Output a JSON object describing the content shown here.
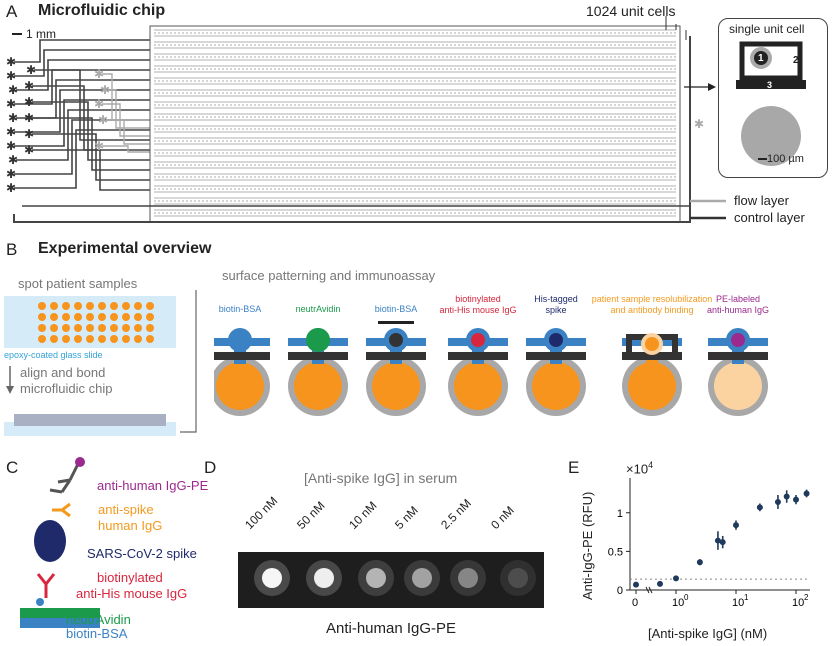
{
  "panelA": {
    "letter": "A",
    "title": "Microfluidic chip",
    "scale": "1 mm",
    "unit_cells": "1024 unit cells",
    "inset_title": "single unit cell",
    "inset_labels": [
      "1",
      "2",
      "3"
    ],
    "inset_scale": "100 µm",
    "legend_flow": "flow layer",
    "legend_control": "control layer",
    "colors": {
      "flow": "#aaaaaa",
      "control": "#333333"
    }
  },
  "panelB": {
    "letter": "B",
    "title": "Experimental overview",
    "spot": "spot patient samples",
    "slide": "epoxy-coated glass slide",
    "align1": "align and bond",
    "align2": "microfluidic chip",
    "surface": "surface patterning and immunoassay",
    "steps": [
      {
        "l1": "biotin-BSA",
        "l2": "",
        "color": "#3b82c4"
      },
      {
        "l1": "neutrAvidin",
        "l2": "",
        "color": "#1a9a4a"
      },
      {
        "l1": "biotin-BSA",
        "l2": "",
        "color": "#3b82c4"
      },
      {
        "l1": "biotinylated",
        "l2": "anti-His mouse IgG",
        "color": "#d7263d"
      },
      {
        "l1": "His-tagged",
        "l2": "spike",
        "color": "#1f2a6b"
      },
      {
        "l1": "patient sample resolubilization",
        "l2": "and antibody binding",
        "color": "#f39a1e"
      },
      {
        "l1": "PE-labeled",
        "l2": "anti-human IgG",
        "color": "#9b2a8e"
      }
    ],
    "colors": {
      "orange": "#f7941d",
      "light_orange": "#fbd3a0",
      "gray": "#a8a8a8",
      "blue": "#3b82c4",
      "dark": "#333333"
    }
  },
  "panelC": {
    "letter": "C",
    "labels": [
      {
        "text": "anti-human IgG-PE",
        "color": "#9b2a8e"
      },
      {
        "text": "anti-spike",
        "color": "#f39a1e"
      },
      {
        "text": "human IgG",
        "color": "#f39a1e"
      },
      {
        "text": "SARS-CoV-2 spike",
        "color": "#1f2a6b"
      },
      {
        "text": "biotinylated",
        "color": "#d7263d"
      },
      {
        "text": "anti-His mouse IgG",
        "color": "#d7263d"
      },
      {
        "text": "neutrAvidin",
        "color": "#1a9a4a"
      },
      {
        "text": "biotin-BSA",
        "color": "#3b82c4"
      }
    ]
  },
  "panelD": {
    "letter": "D",
    "title": "[Anti-spike IgG] in serum",
    "concentrations": [
      "100 nM",
      "50 nM",
      "10 nM",
      "5 nM",
      "2.5 nM",
      "0 nM"
    ],
    "caption": "Anti-human IgG-PE"
  },
  "panelE": {
    "letter": "E",
    "chart_data": {
      "type": "scatter",
      "xscale": "symlog",
      "xlabel": "[Anti-spike IgG]  (nM)",
      "ylabel": "Anti-IgG-PE  (RFU)",
      "y_multiplier": "×10",
      "y_multiplier_exp": "4",
      "xticks": [
        "0",
        "10",
        "10",
        "10"
      ],
      "xtick_exps": [
        "",
        "0",
        "1",
        "2"
      ],
      "yticks": [
        "0",
        "0.5",
        "1"
      ],
      "ylim": [
        0,
        1.45
      ],
      "baseline": 0.14,
      "points": [
        {
          "x": 0,
          "y": 0.07,
          "err": 0.02
        },
        {
          "x": 0.6,
          "y": 0.08,
          "err": 0.02
        },
        {
          "x": 1,
          "y": 0.15,
          "err": 0.02
        },
        {
          "x": 2.5,
          "y": 0.36,
          "err": 0.04
        },
        {
          "x": 5,
          "y": 0.64,
          "err": 0.12
        },
        {
          "x": 6,
          "y": 0.62,
          "err": 0.08
        },
        {
          "x": 10,
          "y": 0.84,
          "err": 0.06
        },
        {
          "x": 25,
          "y": 1.07,
          "err": 0.05
        },
        {
          "x": 50,
          "y": 1.14,
          "err": 0.09
        },
        {
          "x": 70,
          "y": 1.21,
          "err": 0.08
        },
        {
          "x": 100,
          "y": 1.17,
          "err": 0.06
        },
        {
          "x": 150,
          "y": 1.25,
          "err": 0.05
        }
      ]
    }
  }
}
